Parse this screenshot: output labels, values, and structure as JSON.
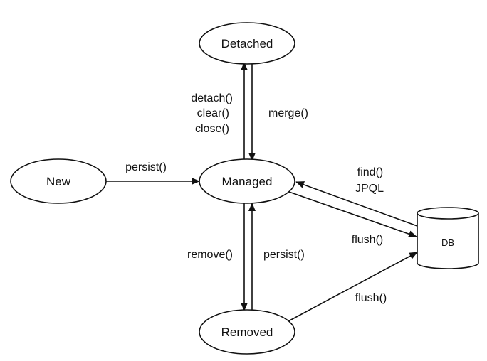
{
  "nodes": {
    "detached": {
      "label": "Detached"
    },
    "new": {
      "label": "New"
    },
    "managed": {
      "label": "Managed"
    },
    "removed": {
      "label": "Removed"
    },
    "db": {
      "label": "DB"
    }
  },
  "edges": {
    "managed_to_detached": {
      "lines": [
        "detach()",
        "clear()",
        "close()"
      ]
    },
    "detached_to_managed": {
      "label": "merge()"
    },
    "new_to_managed": {
      "label": "persist()"
    },
    "db_to_managed": {
      "lines": [
        "find()",
        "JPQL"
      ]
    },
    "managed_to_db": {
      "label": "flush()"
    },
    "managed_to_removed": {
      "label": "remove()"
    },
    "removed_to_managed": {
      "label": "persist()"
    },
    "removed_to_db": {
      "label": "flush()"
    }
  }
}
